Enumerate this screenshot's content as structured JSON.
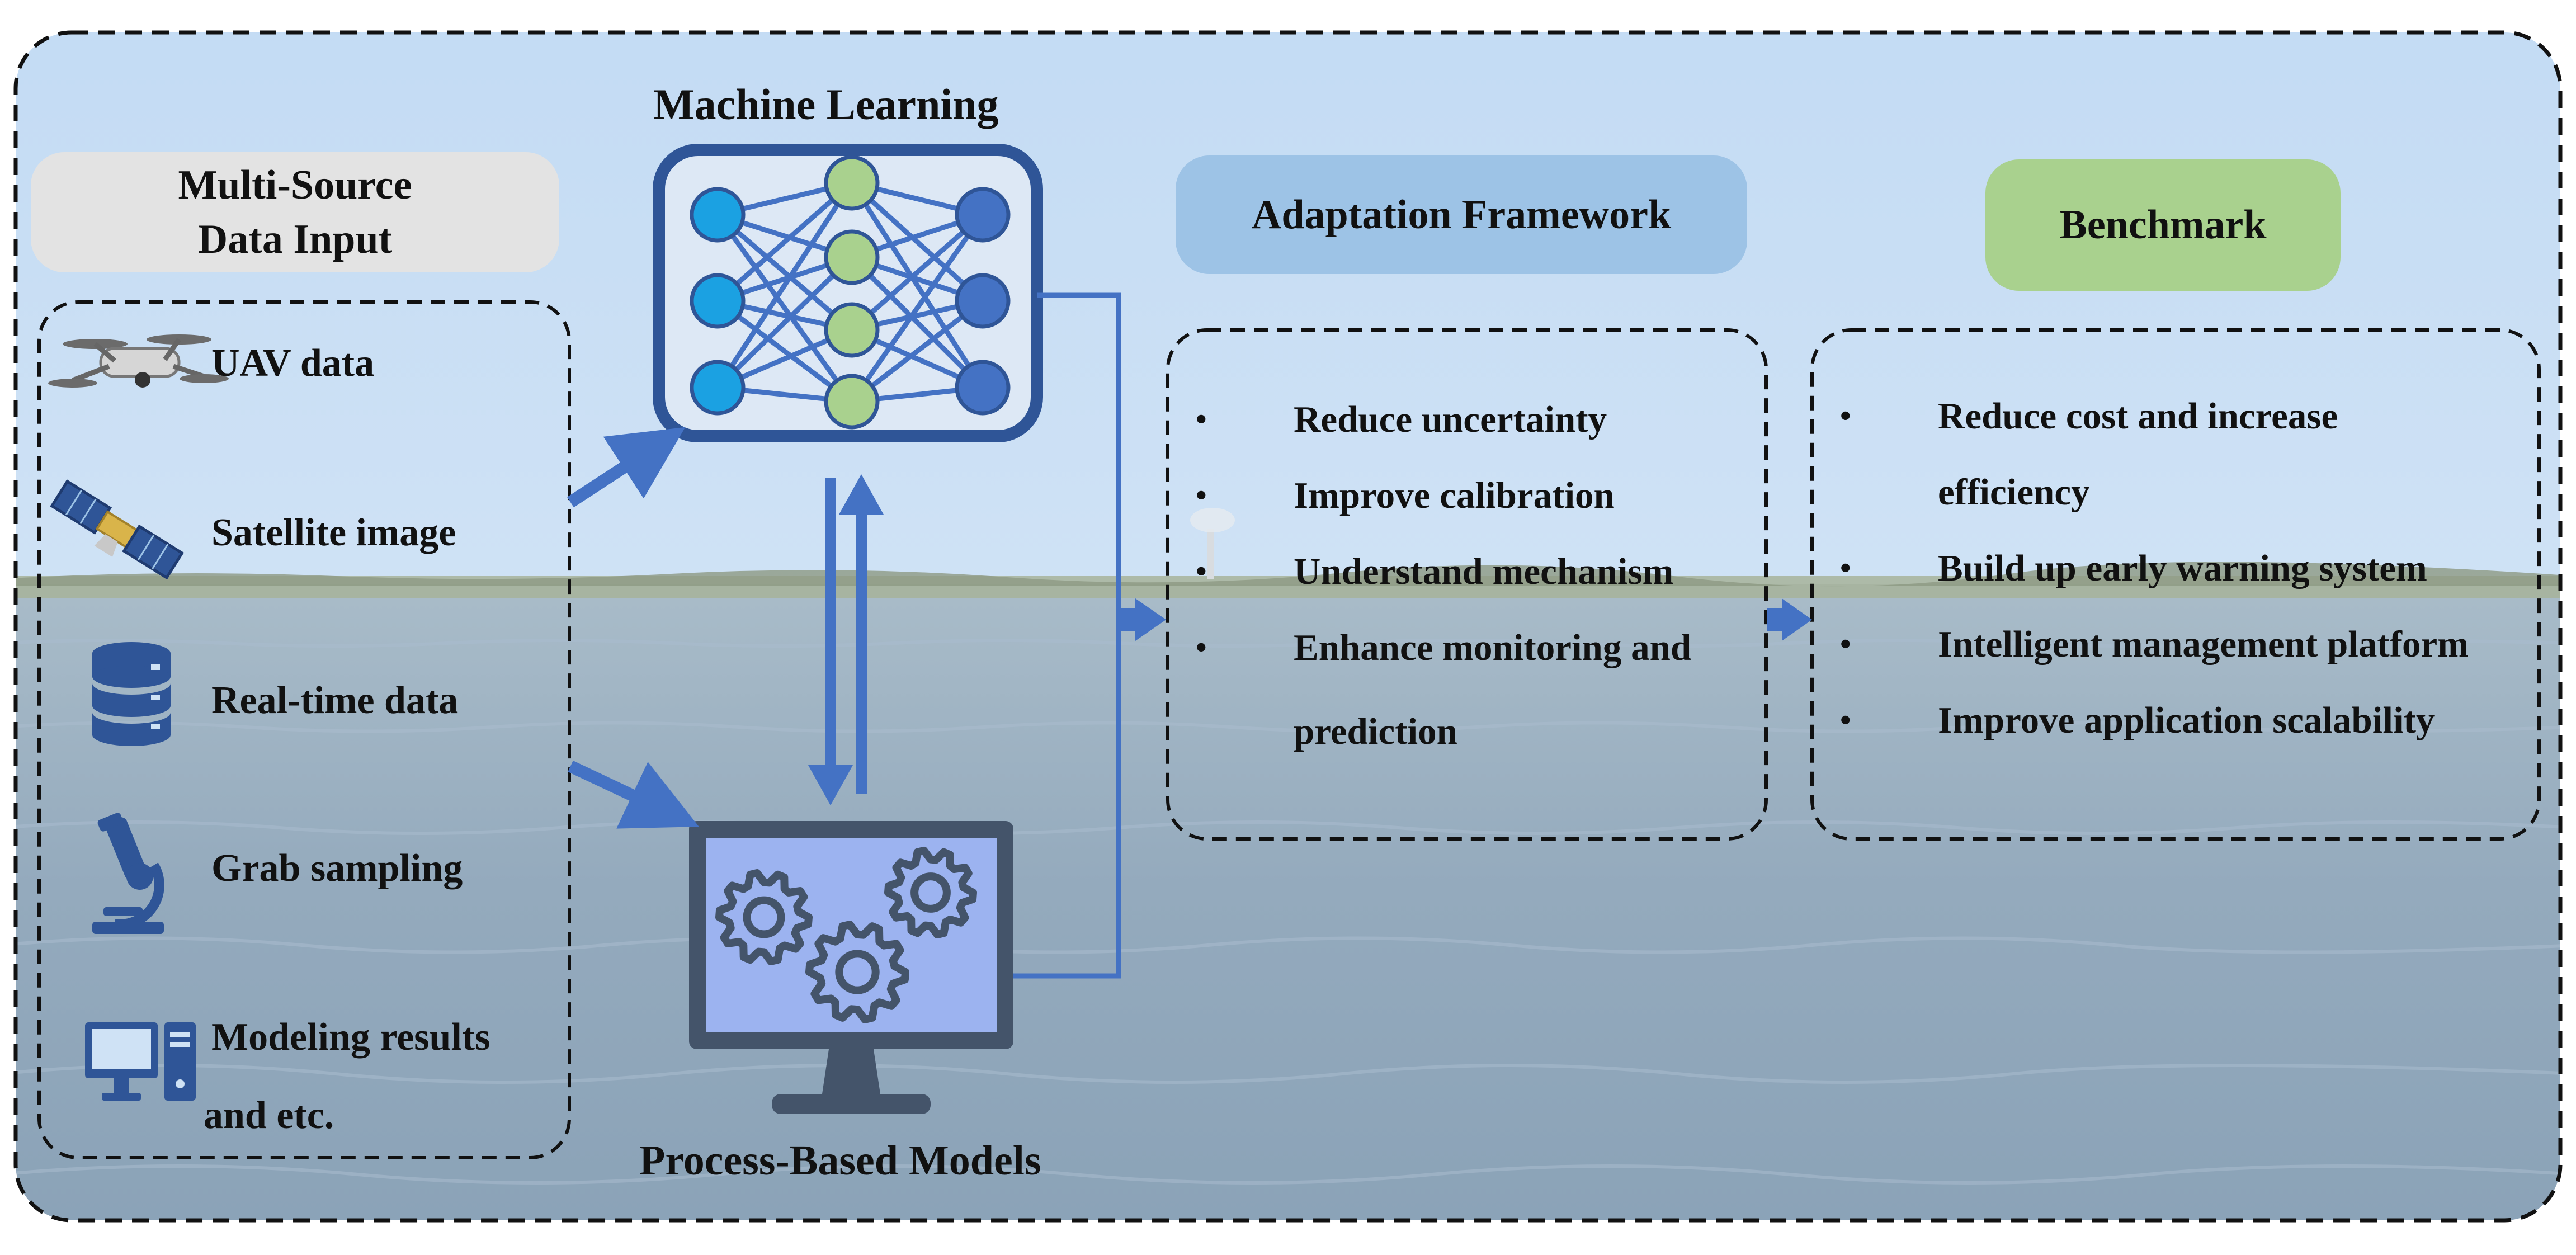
{
  "ml": {
    "title": "Machine Learning"
  },
  "pbm": {
    "title": "Process-Based Models"
  },
  "input": {
    "title": "Multi-Source Data Input",
    "sources": [
      {
        "label": "UAV  data",
        "icon": "drone-icon"
      },
      {
        "label": "Satellite  image",
        "icon": "satellite-icon"
      },
      {
        "label": "Real-time  data",
        "icon": "database-icon"
      },
      {
        "label": "Grab  sampling",
        "icon": "microscope-icon"
      },
      {
        "label": "Modeling results",
        "label_cont": "and etc.",
        "icon": "computer-icon"
      }
    ]
  },
  "adaptation": {
    "title": "Adaptation Framework",
    "items": [
      "Reduce uncertainty",
      "Improve calibration",
      "Understand mechanism",
      "Enhance monitoring and",
      "prediction"
    ]
  },
  "benchmark": {
    "title": "Benchmark",
    "items": [
      "Reduce cost and increase",
      "efficiency",
      "Build up early warning system",
      "Intelligent management platform",
      "Improve application scalability"
    ]
  },
  "colors": {
    "sky": "#b9d3ee",
    "water": "#8fa8bf",
    "accent_blue": "#4472c4",
    "dark_blue": "#2f5597",
    "input_pill": "#e3e3e3",
    "adaptation_pill": "#9dc3e6",
    "benchmark_pill": "#a9d18e",
    "node_cyan": "#1ba1e2",
    "node_green": "#a9d18e",
    "node_blue": "#4472c4",
    "monitor_screen": "#9cb3f0",
    "monitor_frame": "#44546a"
  }
}
